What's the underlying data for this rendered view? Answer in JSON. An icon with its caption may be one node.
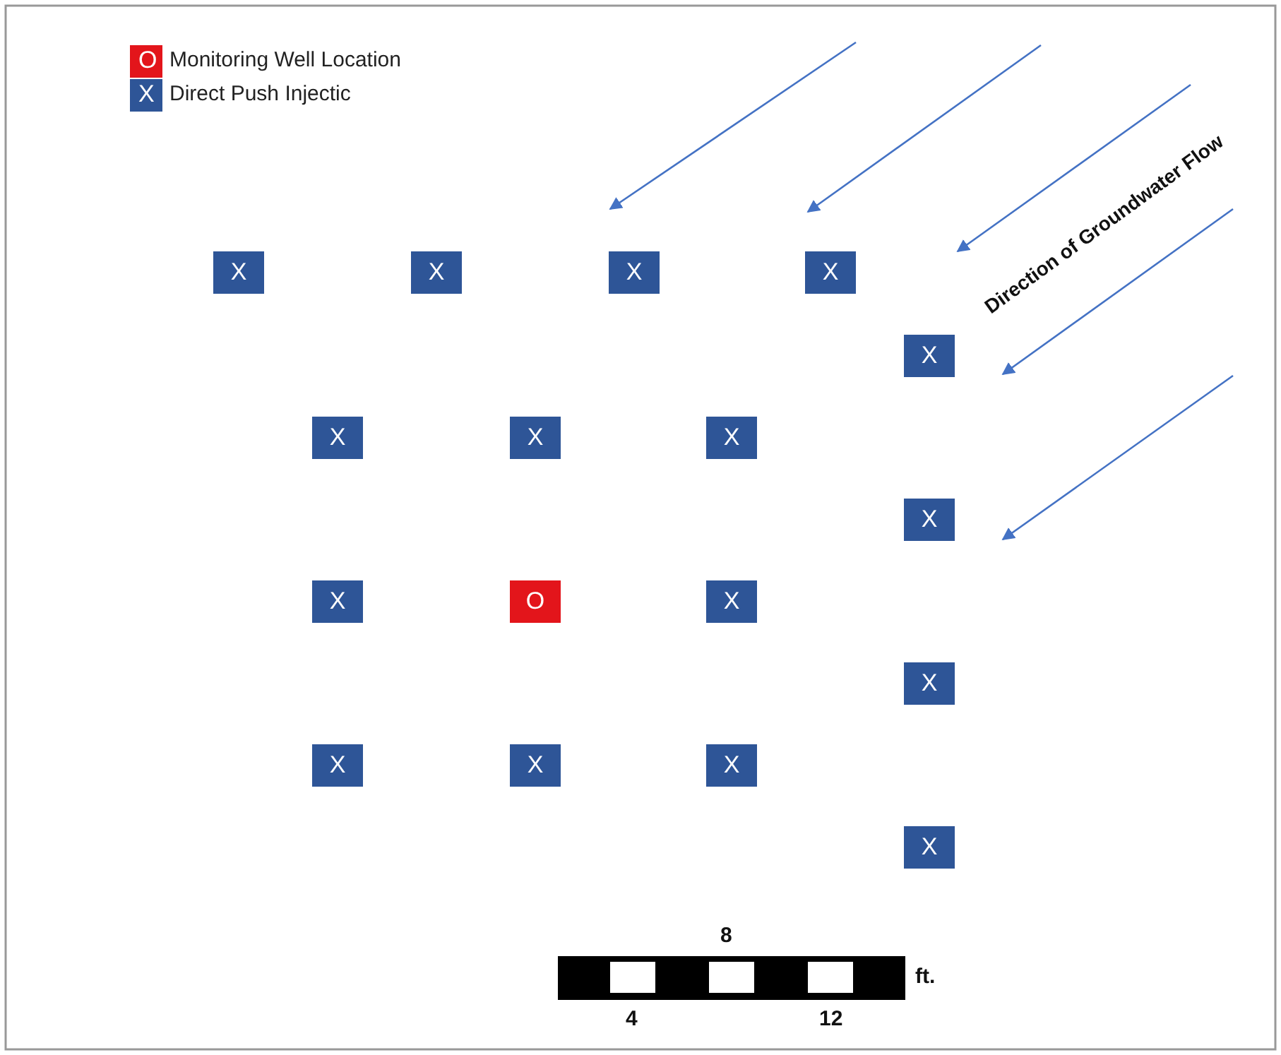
{
  "diagram": {
    "nodes": [
      {
        "text": [
          "X"
        ]
      },
      {
        "text": [
          "X"
        ]
      },
      {
        "text": [
          "X"
        ]
      },
      {
        "text": [
          "X"
        ]
      },
      {
        "text": [
          "X"
        ]
      },
      {
        "text": [
          "X"
        ]
      },
      {
        "text": [
          "X"
        ]
      },
      {
        "text": [
          "X"
        ]
      },
      {
        "text": [
          "X"
        ]
      },
      {
        "text": [
          "X"
        ]
      },
      {
        "text": [
          "O"
        ]
      },
      {
        "text": [
          "X"
        ]
      },
      {
        "text": [
          "X"
        ]
      },
      {
        "text": [
          "X"
        ]
      },
      {
        "text": [
          "X"
        ]
      },
      {
        "text": [
          "X"
        ]
      },
      {
        "text": [
          "X"
        ]
      }
    ],
    "labels": [
      "O",
      "X",
      "Direction of Groundwater Flow",
      "8",
      "ft.",
      "4",
      "12"
    ],
    "legend": [
      {
        "text": "Monitoring Well Location",
        "color": "#e3151b"
      },
      {
        "text": "Direct Push Injectic",
        "color": "#2e5597"
      }
    ]
  }
}
